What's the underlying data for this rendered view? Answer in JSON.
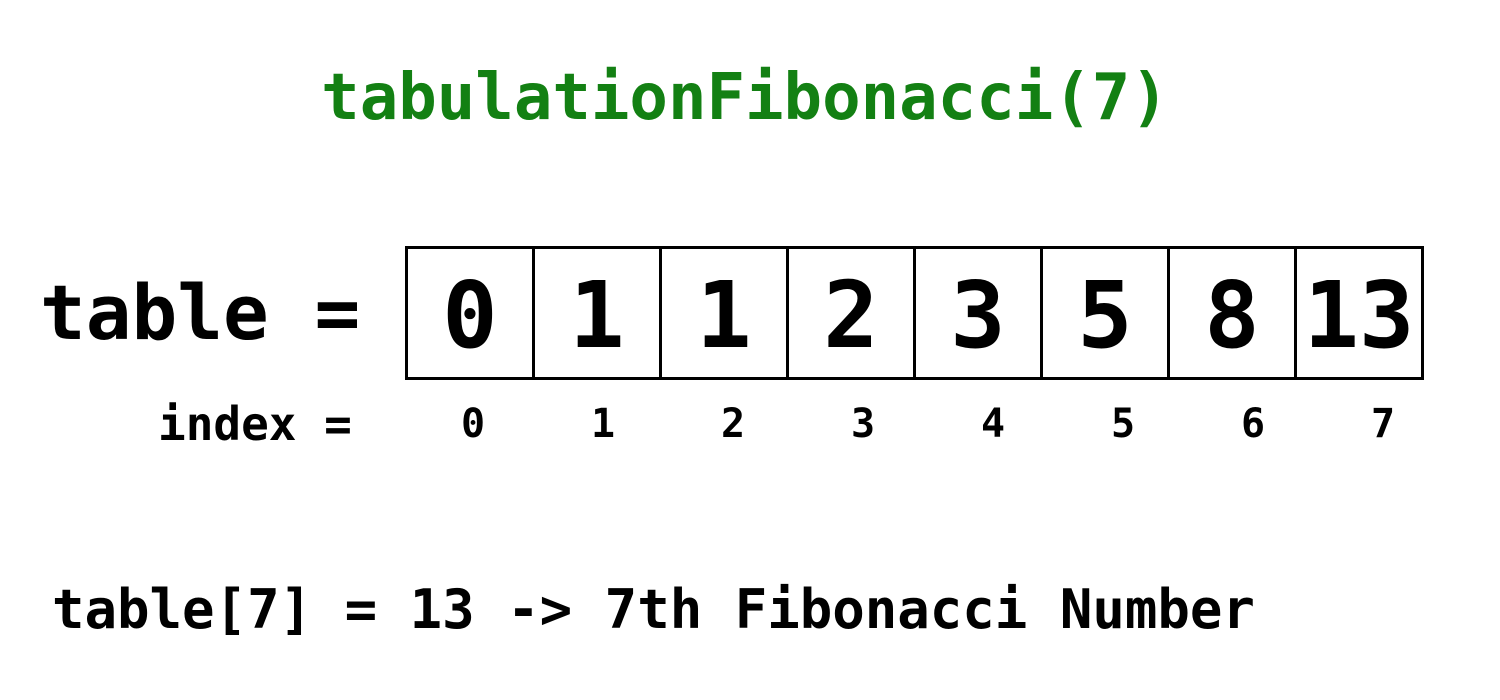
{
  "title": "tabulationFibonacci(7)",
  "colors": {
    "title": "#138013",
    "text": "#000000"
  },
  "table_label": "table =",
  "index_label": "index =",
  "cells": [
    {
      "value": "0",
      "index": "0"
    },
    {
      "value": "1",
      "index": "1"
    },
    {
      "value": "1",
      "index": "2"
    },
    {
      "value": "2",
      "index": "3"
    },
    {
      "value": "3",
      "index": "4"
    },
    {
      "value": "5",
      "index": "5"
    },
    {
      "value": "8",
      "index": "6"
    },
    {
      "value": "13",
      "index": "7"
    }
  ],
  "result": "table[7] = 13 -> 7th Fibonacci Number"
}
